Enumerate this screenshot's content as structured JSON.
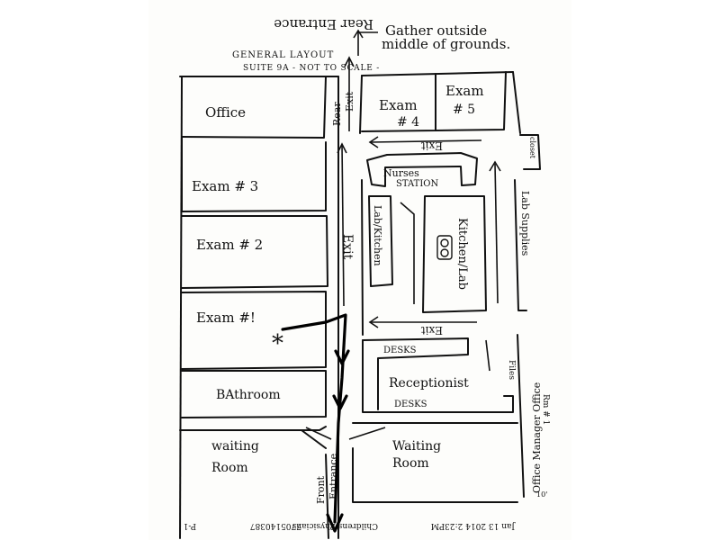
{
  "header": {
    "general_layout": "GENERAL LAYOUT",
    "suite": "SUITE 9A - NOT TO SCALE -",
    "rear_entrance": "Rear Entrance",
    "gather_line1": "Gather outside",
    "gather_line2": "middle of grounds."
  },
  "rooms": {
    "office": "Office",
    "exam3": "Exam # 3",
    "exam2": "Exam # 2",
    "exam1": "Exam #!",
    "bathroom": "BAthroom",
    "waiting_left_line1": "waiting",
    "waiting_left_line2": "Room",
    "waiting_right_line1": "Waiting",
    "waiting_right_line2": "Room",
    "exam4_line1": "Exam",
    "exam4_line2": "# 4",
    "exam5_line1": "Exam",
    "exam5_line2": "# 5",
    "nurses_line1": "Nurses",
    "nurses_line2": "STATION",
    "lab_kitchen": "Lab/Kitchen",
    "kitchen_lab": "Kitchen/Lab",
    "receptionist": "Receptionist",
    "desks_top": "DESKS",
    "desks_bottom": "DESKS",
    "office_manager": "Office Manager Office",
    "files": "Files",
    "closet": "closet",
    "lab_supplies": "Lab Supplies",
    "side_note": "Rm # 1"
  },
  "labels": {
    "rear_exit_line1": "Rear",
    "rear_exit_line2": "Exit",
    "exit_corridor": "Exit",
    "exit_top": "Exit",
    "exit_middle": "Exit",
    "front_line1": "Front",
    "front_line2": "Entrance",
    "marker": "*",
    "ten": "10'"
  },
  "fax_footer": {
    "page": "P-1",
    "number": "7705140387",
    "sender": "Childrens Physicians",
    "date": "Jan 13 2014 2:23PM"
  }
}
